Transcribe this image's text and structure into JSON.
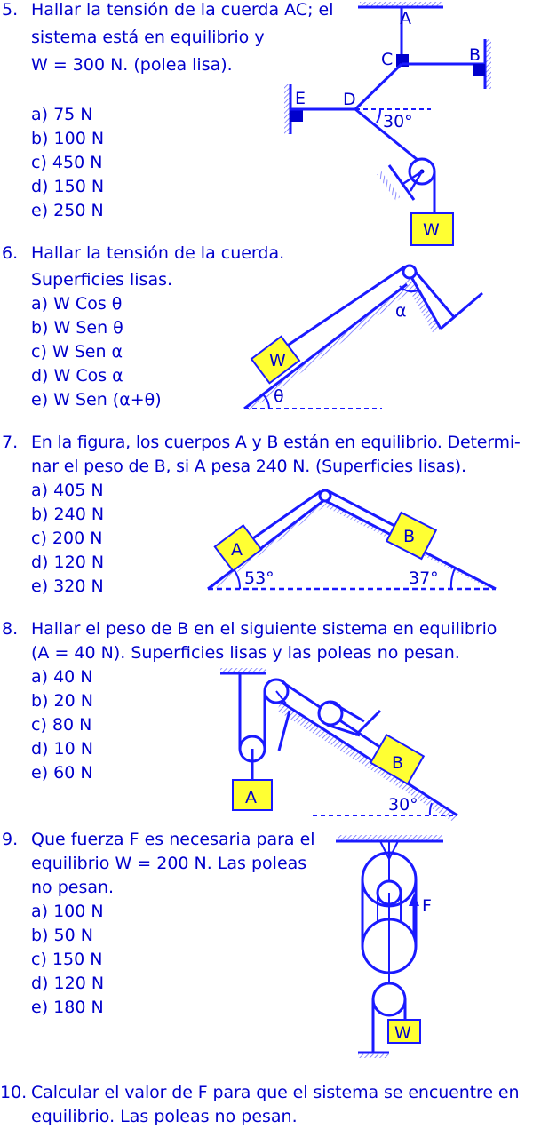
{
  "problems": [
    {
      "number": "5.",
      "statement": [
        "Hallar la tensión de la cuerda AC; el",
        "sistema está en equilibrio y",
        "W = 300 N. (polea lisa)."
      ],
      "options": [
        "a) 75 N",
        "b) 100 N",
        "c) 450 N",
        "d) 150 N",
        "e) 250 N"
      ],
      "figure_labels": {
        "A": "A",
        "B": "B",
        "C": "C",
        "D": "D",
        "E": "E",
        "angle": "30°",
        "weight": "W"
      }
    },
    {
      "number": "6.",
      "statement": [
        "Hallar la tensión de la cuerda.",
        "Superficies lisas."
      ],
      "options": [
        "a) W Cos θ",
        "b) W Sen θ",
        "c) W Sen α",
        "d) W Cos α",
        "e) W Sen (α+θ)"
      ],
      "figure_labels": {
        "weight": "W",
        "alpha": "α",
        "theta": "θ"
      }
    },
    {
      "number": "7.",
      "statement": [
        "En la figura, los cuerpos A y B están en equilibrio. Determi-",
        "nar el peso de B, si A pesa 240 N. (Superficies lisas)."
      ],
      "options": [
        "a) 405 N",
        "b) 240 N",
        "c) 200 N",
        "d) 120 N",
        "e) 320 N"
      ],
      "figure_labels": {
        "A": "A",
        "B": "B",
        "angle_left": "53°",
        "angle_right": "37°"
      }
    },
    {
      "number": "8.",
      "statement": [
        "Hallar el peso de B en el siguiente sistema en equilibrio",
        "(A = 40 N). Superficies lisas y las poleas no pesan."
      ],
      "options": [
        "a) 40 N",
        "b) 20 N",
        "c) 80 N",
        "d) 10 N",
        "e) 60 N"
      ],
      "figure_labels": {
        "A": "A",
        "B": "B",
        "angle": "30°"
      }
    },
    {
      "number": "9.",
      "statement": [
        "Que fuerza F es necesaria para el",
        "equilibrio W = 200 N. Las poleas",
        "no pesan."
      ],
      "options": [
        "a) 100 N",
        "b) 50 N",
        "c) 150 N",
        "d) 120 N",
        "e) 180 N"
      ],
      "figure_labels": {
        "F": "F",
        "weight": "W"
      }
    },
    {
      "number": "10.",
      "statement": [
        "Calcular el valor de F para que el sistema se encuentre en",
        "equilibrio. Las poleas no pesan."
      ],
      "options": [],
      "figure_labels": {}
    }
  ],
  "colors": {
    "text": "#0000cc",
    "line": "#1a1aff",
    "block_fill": "#ffff33",
    "hatch": "#6666ff"
  }
}
